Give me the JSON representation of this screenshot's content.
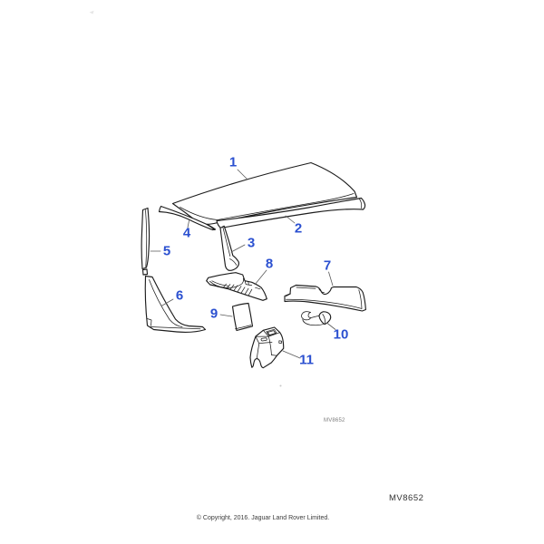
{
  "diagram": {
    "callouts": [
      {
        "label": "1"
      },
      {
        "label": "2"
      },
      {
        "label": "3"
      },
      {
        "label": "4"
      },
      {
        "label": "5"
      },
      {
        "label": "6"
      },
      {
        "label": "7"
      },
      {
        "label": "8"
      },
      {
        "label": "9"
      },
      {
        "label": "10"
      },
      {
        "label": "11"
      }
    ],
    "watermark_small": "MV8652",
    "drawing_number": "MV8652",
    "copyright": "© Copyright, 2016. Jaguar Land Rover Limited."
  },
  "colors": {
    "callout_blue": "#2b50d0",
    "line_dark": "#1d1d1d",
    "leader_gray": "#5a5a5a",
    "background": "#ffffff"
  },
  "icons": {
    "parts": [
      "headlining-panel",
      "front-header-rail-trim",
      "b-pillar-trim",
      "cantrail-trim",
      "a-pillar-trim",
      "sill-trim-panel",
      "quarter-trim-panel",
      "dash-side-trim",
      "trim-pad",
      "bracket",
      "centre-console"
    ]
  }
}
